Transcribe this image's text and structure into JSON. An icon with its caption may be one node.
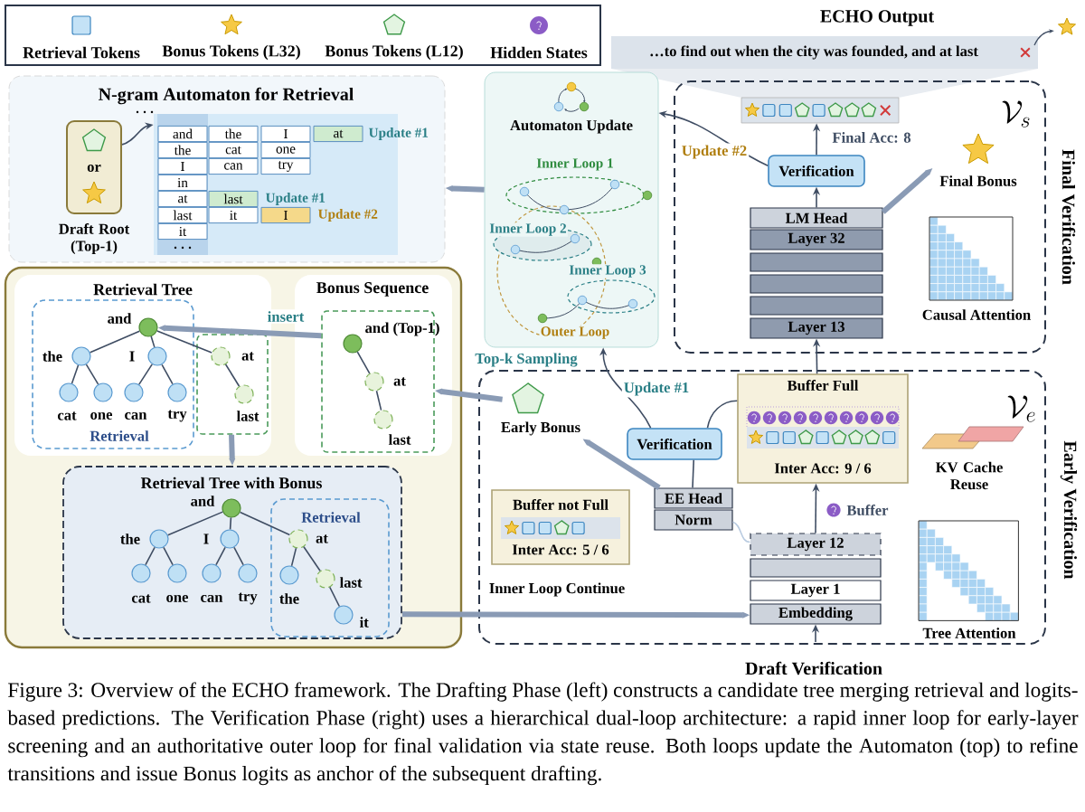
{
  "diagram": {
    "caption": "Figure 3: Overview of the ECHO framework. The Drafting Phase (left) constructs a candidate tree merging retrieval and logits-based predictions. The Verification Phase (right) uses a hierarchical dual-loop architecture: a rapid inner loop for early-layer screening and an authoritative outer loop for final validation via state reuse. Both loops update the Automaton (top) to refine transitions and issue Bonus logits as anchor of the subsequent drafting.",
    "nodes": [
      {
        "text": [
          "N-gram Automaton for Retrieval"
        ]
      },
      {
        "text": [
          "or",
          "Draft Root (Top-1)"
        ],
        "in": 0
      },
      {
        "text": [],
        "shape": "box",
        "in": 0
      },
      {
        "text": [
          "Automaton Update"
        ]
      },
      {
        "text": [
          "ECHO Output",
          "…to find out when the city was founded, and at last"
        ]
      },
      {
        "text": [
          "Final Verification"
        ]
      },
      {
        "text": [],
        "shape": "box",
        "in": 5
      },
      {
        "text": [
          "Verification"
        ],
        "in": 5
      },
      {
        "text": [
          "Final Bonus"
        ],
        "in": 5
      },
      {
        "text": [
          "LM Head"
        ],
        "in": 5
      },
      {
        "text": [
          "Layer 32"
        ],
        "in": 5
      },
      {
        "text": [],
        "shape": "box",
        "in": 5
      },
      {
        "text": [],
        "shape": "box",
        "in": 5
      },
      {
        "text": [],
        "shape": "box",
        "in": 5
      },
      {
        "text": [
          "Layer 13"
        ],
        "in": 5
      },
      {
        "text": [
          "Early Verification"
        ]
      },
      {
        "text": [
          "Early Bonus"
        ],
        "in": 15
      },
      {
        "text": [
          "Verification"
        ],
        "in": 15
      },
      {
        "text": [
          "Buffer Full",
          "Inter Acc: 9 / 6"
        ],
        "in": 15
      },
      {
        "text": [
          "Buffer not Full",
          "Inter Acc: 5 / 6"
        ],
        "beside": [
          "Inner Loop Continue"
        ],
        "in": 15
      },
      {
        "text": [
          "EE Head"
        ],
        "in": 15
      },
      {
        "text": [
          "Norm"
        ],
        "in": 15
      },
      {
        "text": [
          "Layer 12"
        ],
        "in": 15
      },
      {
        "text": [],
        "shape": "box",
        "in": 15
      },
      {
        "text": [
          "Layer 1"
        ],
        "in": 15
      },
      {
        "text": [
          "Embedding"
        ],
        "in": 15
      },
      {
        "text": [],
        "shape": "box"
      },
      {
        "text": [
          "Retrieval Tree"
        ],
        "in": 26
      },
      {
        "text": [
          "Retrieval"
        ],
        "in": 27
      },
      {
        "text": [],
        "shape": "box",
        "in": 27
      },
      {
        "text": [],
        "shape": "circle",
        "beside": [
          "and"
        ],
        "in": 28
      },
      {
        "text": [],
        "shape": "circle",
        "beside": [
          "the"
        ],
        "in": 28
      },
      {
        "text": [],
        "shape": "circle",
        "beside": [
          "I"
        ],
        "in": 28
      },
      {
        "text": [],
        "shape": "circle",
        "beside": [
          "cat"
        ],
        "in": 28
      },
      {
        "text": [],
        "shape": "circle",
        "beside": [
          "one"
        ],
        "in": 28
      },
      {
        "text": [],
        "shape": "circle",
        "beside": [
          "can"
        ],
        "in": 28
      },
      {
        "text": [],
        "shape": "circle",
        "beside": [
          "try"
        ],
        "in": 28
      },
      {
        "text": [],
        "shape": "circle",
        "beside": [
          "at"
        ],
        "in": 29
      },
      {
        "text": [],
        "shape": "circle",
        "beside": [
          "last"
        ],
        "in": 29
      },
      {
        "text": [
          "Bonus Sequence"
        ],
        "in": 26
      },
      {
        "text": [],
        "shape": "box",
        "in": 39
      },
      {
        "text": [],
        "shape": "circle",
        "beside": [
          "and (Top-1)"
        ],
        "in": 40
      },
      {
        "text": [],
        "shape": "circle",
        "beside": [
          "at"
        ],
        "in": 40
      },
      {
        "text": [],
        "shape": "circle",
        "beside": [
          "last"
        ],
        "in": 40
      },
      {
        "text": [
          "Retrieval Tree with Bonus"
        ],
        "in": 26
      },
      {
        "text": [
          "Retrieval"
        ],
        "in": 44
      },
      {
        "text": [],
        "shape": "circle",
        "beside": [
          "and"
        ],
        "in": 44
      },
      {
        "text": [],
        "shape": "circle",
        "beside": [
          "the"
        ],
        "in": 44
      },
      {
        "text": [],
        "shape": "circle",
        "beside": [
          "I"
        ],
        "in": 44
      },
      {
        "text": [],
        "shape": "circle",
        "beside": [
          "cat"
        ],
        "in": 44
      },
      {
        "text": [],
        "shape": "circle",
        "beside": [
          "one"
        ],
        "in": 44
      },
      {
        "text": [],
        "shape": "circle",
        "beside": [
          "can"
        ],
        "in": 44
      },
      {
        "text": [],
        "shape": "circle",
        "beside": [
          "try"
        ],
        "in": 44
      },
      {
        "text": [],
        "shape": "circle",
        "beside": [
          "at"
        ],
        "in": 45
      },
      {
        "text": [],
        "shape": "circle",
        "beside": [
          "the"
        ],
        "in": 45
      },
      {
        "text": [],
        "shape": "circle",
        "beside": [
          "last"
        ],
        "in": 45
      },
      {
        "text": [],
        "shape": "circle",
        "beside": [
          "it"
        ],
        "in": 45
      }
    ],
    "edges": [
      {
        "from": 1,
        "to": 2,
        "arrow": "to"
      },
      {
        "from": 3,
        "to": 0,
        "arrow": "to",
        "style": "thick",
        "color": "#8a9bb5"
      },
      {
        "from": 7,
        "to": 3,
        "arrow": "to",
        "label": "Update #2"
      },
      {
        "from": 17,
        "to": 3,
        "arrow": "to",
        "label": "Update #1"
      },
      {
        "from": 9,
        "to": 7,
        "arrow": "to"
      },
      {
        "from": 7,
        "to": 6,
        "arrow": "to",
        "label": "Final Acc: 8"
      },
      {
        "from": 9,
        "to": 8,
        "arrow": "to",
        "style": "thick",
        "color": "#8a9bb5"
      },
      {
        "from": 18,
        "to": 14,
        "arrow": "to"
      },
      {
        "from": 22,
        "to": 18,
        "arrow": "to",
        "label": "Buffer"
      },
      {
        "from": 20,
        "to": 17,
        "arrow": "none"
      },
      {
        "from": 17,
        "to": 18,
        "arrow": "none"
      },
      {
        "from": 22,
        "to": 21,
        "arrow": "none",
        "color": "#b9cbe0"
      },
      {
        "from": 20,
        "to": 16,
        "arrow": "to",
        "style": "thick",
        "color": "#8a9bb5"
      },
      {
        "from": 16,
        "to": 40,
        "arrow": "to",
        "label": "Top-k Sampling",
        "style": "thick",
        "color": "#8a9bb5"
      },
      {
        "from": 40,
        "to": 30,
        "arrow": "to",
        "label": "insert",
        "style": "thick",
        "color": "#8a9bb5"
      },
      {
        "from": 29,
        "to": 44,
        "arrow": "to",
        "style": "thick",
        "color": "#8a9bb5"
      },
      {
        "from": 44,
        "to": 25,
        "arrow": "to",
        "style": "thick",
        "color": "#8a9bb5"
      },
      {
        "from": null,
        "to": 25,
        "arrow": "to"
      },
      {
        "from": 30,
        "to": 31,
        "arrow": "none"
      },
      {
        "from": 30,
        "to": 32,
        "arrow": "none"
      },
      {
        "from": 30,
        "to": 37,
        "arrow": "none"
      },
      {
        "from": 31,
        "to": 33,
        "arrow": "none"
      },
      {
        "from": 31,
        "to": 34,
        "arrow": "none"
      },
      {
        "from": 32,
        "to": 35,
        "arrow": "none"
      },
      {
        "from": 32,
        "to": 36,
        "arrow": "none"
      },
      {
        "from": 37,
        "to": 38,
        "arrow": "none"
      },
      {
        "from": 41,
        "to": 42,
        "arrow": "none"
      },
      {
        "from": 42,
        "to": 43,
        "arrow": "none"
      },
      {
        "from": 46,
        "to": 47,
        "arrow": "none"
      },
      {
        "from": 46,
        "to": 48,
        "arrow": "none"
      },
      {
        "from": 46,
        "to": 53,
        "arrow": "none"
      },
      {
        "from": 47,
        "to": 49,
        "arrow": "none"
      },
      {
        "from": 47,
        "to": 50,
        "arrow": "none"
      },
      {
        "from": 48,
        "to": 51,
        "arrow": "none"
      },
      {
        "from": 48,
        "to": 52,
        "arrow": "none"
      },
      {
        "from": 53,
        "to": 54,
        "arrow": "none"
      },
      {
        "from": 53,
        "to": 55,
        "arrow": "none"
      },
      {
        "from": 55,
        "to": 56,
        "arrow": "none"
      }
    ],
    "labels": [
      "and",
      "the",
      "I",
      "at",
      "Update #1",
      "the",
      "cat",
      "one",
      "I",
      "can",
      "try",
      "in",
      "at",
      "last",
      "Update #1",
      "last",
      "it",
      "I",
      "Update #2",
      "it",
      "Inner Loop 1",
      "Inner Loop 2",
      "Inner Loop 3",
      "Outer Loop",
      "\\mathcal{V}_{s}",
      "Causal Attention",
      "KV Cache Reuse",
      "\\mathcal{V}_{e}",
      "Tree Attention",
      "Draft Verification"
    ],
    "legend": [
      {
        "text": "Retrieval Tokens"
      },
      {
        "text": "Bonus Tokens (L32)"
      },
      {
        "text": "Bonus Tokens (L12)"
      },
      {
        "text": "Hidden States"
      }
    ]
  }
}
